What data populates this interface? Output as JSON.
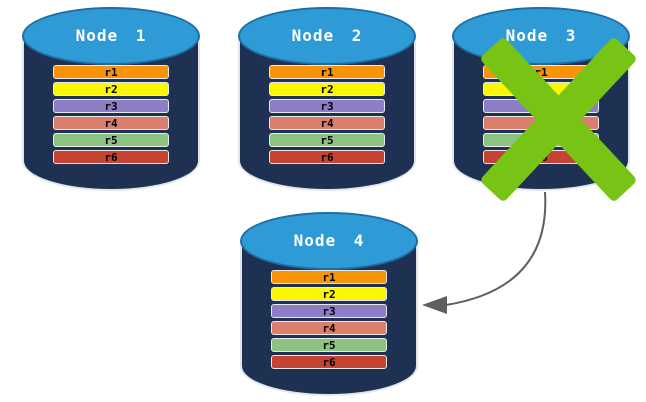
{
  "colors": {
    "cylinder_top": "#2F9BD6",
    "cylinder_body": "#1F3153",
    "failure_x": "#78C414",
    "arrow": "#5F5F5F",
    "row_text": "#000000",
    "node_title_text": "#FFFFFF"
  },
  "rows": [
    {
      "label": "r1",
      "color": "#F7940A"
    },
    {
      "label": "r2",
      "color": "#FBF602"
    },
    {
      "label": "r3",
      "color": "#8C7EC4"
    },
    {
      "label": "r4",
      "color": "#DB7E6B"
    },
    {
      "label": "r5",
      "color": "#8DC380"
    },
    {
      "label": "r6",
      "color": "#C54330"
    }
  ],
  "nodes": [
    {
      "title": "Node 1",
      "status": "ok"
    },
    {
      "title": "Node 2",
      "status": "ok"
    },
    {
      "title": "Node 3",
      "status": "failed"
    },
    {
      "title": "Node 4",
      "status": "ok"
    }
  ],
  "arrow": {
    "from": "Node 3",
    "to": "Node 4"
  }
}
